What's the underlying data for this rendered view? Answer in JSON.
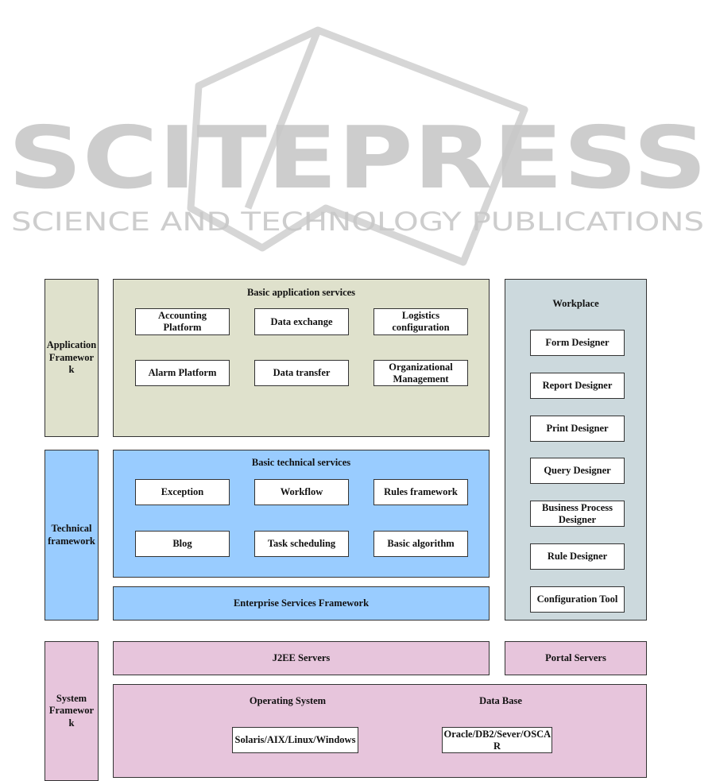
{
  "watermark": {
    "brand": "SCITEPRESS",
    "tagline": "SCIENCE AND TECHNOLOGY PUBLICATIONS",
    "color": "#c8c8c8"
  },
  "colors": {
    "application": "#dfe1cc",
    "technical": "#99ccff",
    "workplace": "#ccd9dd",
    "system": "#e7c5dc"
  },
  "layers": {
    "application": "Application Framewor k",
    "technical": "Technical framework",
    "system": "System Framewor k"
  },
  "basic_application_services": {
    "title": "Basic application services",
    "items": [
      "Accounting Platform",
      "Data exchange",
      "Logistics configuration",
      "Alarm Platform",
      "Data transfer",
      "Organizational Management"
    ]
  },
  "basic_technical_services": {
    "title": "Basic technical services",
    "items": [
      "Exception",
      "Workflow",
      "Rules framework",
      "Blog",
      "Task scheduling",
      "Basic algorithm"
    ]
  },
  "enterprise_services": "Enterprise Services Framework",
  "workplace": {
    "title": "Workplace",
    "items": [
      "Form Designer",
      "Report Designer",
      "Print Designer",
      "Query Designer",
      "Business Process Designer",
      "Rule Designer",
      "Configuration Tool"
    ]
  },
  "servers": {
    "j2ee": "J2EE Servers",
    "portal": "Portal Servers"
  },
  "platform": {
    "os_title": "Operating System",
    "os_value": "Solaris/AIX/Linux/Windows",
    "db_title": "Data Base",
    "db_value": "Oracle/DB2/Sever/OSCA R"
  }
}
